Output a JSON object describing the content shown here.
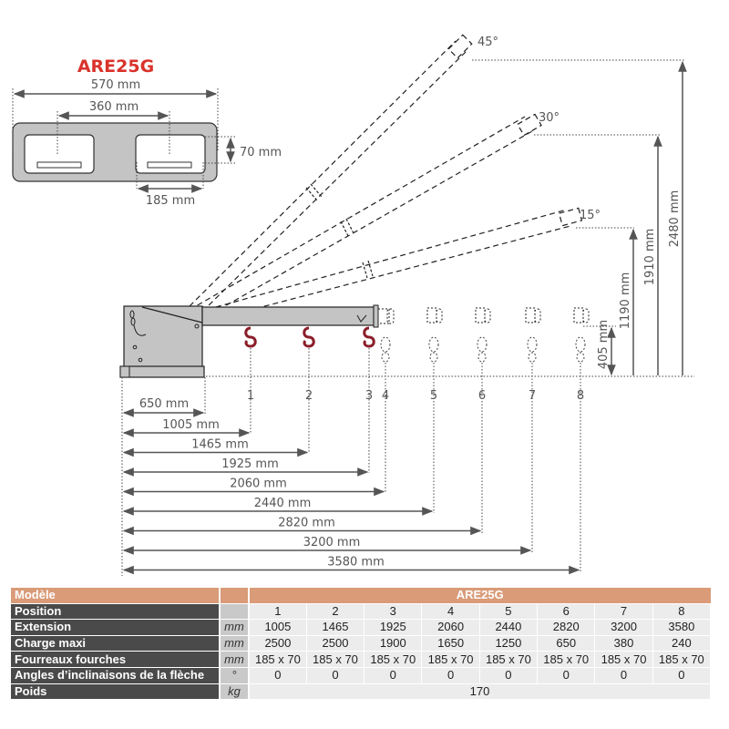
{
  "title": "ARE25G",
  "colors": {
    "title_red": "#d9332b",
    "hook_red": "#8b1e2a",
    "body_gray": "#c4c4c4",
    "table_header": "#d99b78",
    "table_label_bg": "#4a4a4a"
  },
  "fork_pocket_view": {
    "overall_width": "570 mm",
    "center_distance": "360 mm",
    "pocket_height": "70 mm",
    "pocket_width": "185 mm"
  },
  "angles": [
    {
      "label": "45°",
      "height": "2480 mm"
    },
    {
      "label": "30°",
      "height": "1910 mm"
    },
    {
      "label": "15°",
      "height": "1190 mm"
    }
  ],
  "hook_height": "405 mm",
  "base_length": "650 mm",
  "positions": [
    {
      "num": "1",
      "dim": "1005 mm"
    },
    {
      "num": "2",
      "dim": "1465 mm"
    },
    {
      "num": "3",
      "dim": "1925 mm"
    },
    {
      "num": "4",
      "dim": "2060 mm"
    },
    {
      "num": "5",
      "dim": "2440 mm"
    },
    {
      "num": "6",
      "dim": "2820 mm"
    },
    {
      "num": "7",
      "dim": "3200 mm"
    },
    {
      "num": "8",
      "dim": "3580 mm"
    }
  ],
  "table": {
    "header_label": "Modèle",
    "header_model": "ARE25G",
    "rows": [
      {
        "label": "Position",
        "unit": "",
        "values": [
          "1",
          "2",
          "3",
          "4",
          "5",
          "6",
          "7",
          "8"
        ]
      },
      {
        "label": "Extension",
        "unit": "mm",
        "values": [
          "1005",
          "1465",
          "1925",
          "2060",
          "2440",
          "2820",
          "3200",
          "3580"
        ]
      },
      {
        "label": "Charge maxi",
        "unit": "mm",
        "values": [
          "2500",
          "2500",
          "1900",
          "1650",
          "1250",
          "650",
          "380",
          "240"
        ]
      },
      {
        "label": "Fourreaux fourches",
        "unit": "mm",
        "values": [
          "185 x 70",
          "185 x 70",
          "185 x 70",
          "185 x 70",
          "185 x 70",
          "185 x 70",
          "185 x 70",
          "185 x 70"
        ]
      },
      {
        "label": "Angles d’inclinaisons de la flèche",
        "unit": "°",
        "values": [
          "0",
          "0",
          "0",
          "0",
          "0",
          "0",
          "0",
          "0"
        ]
      }
    ],
    "weight_row": {
      "label": "Poids",
      "unit": "kg",
      "value": "170"
    }
  }
}
